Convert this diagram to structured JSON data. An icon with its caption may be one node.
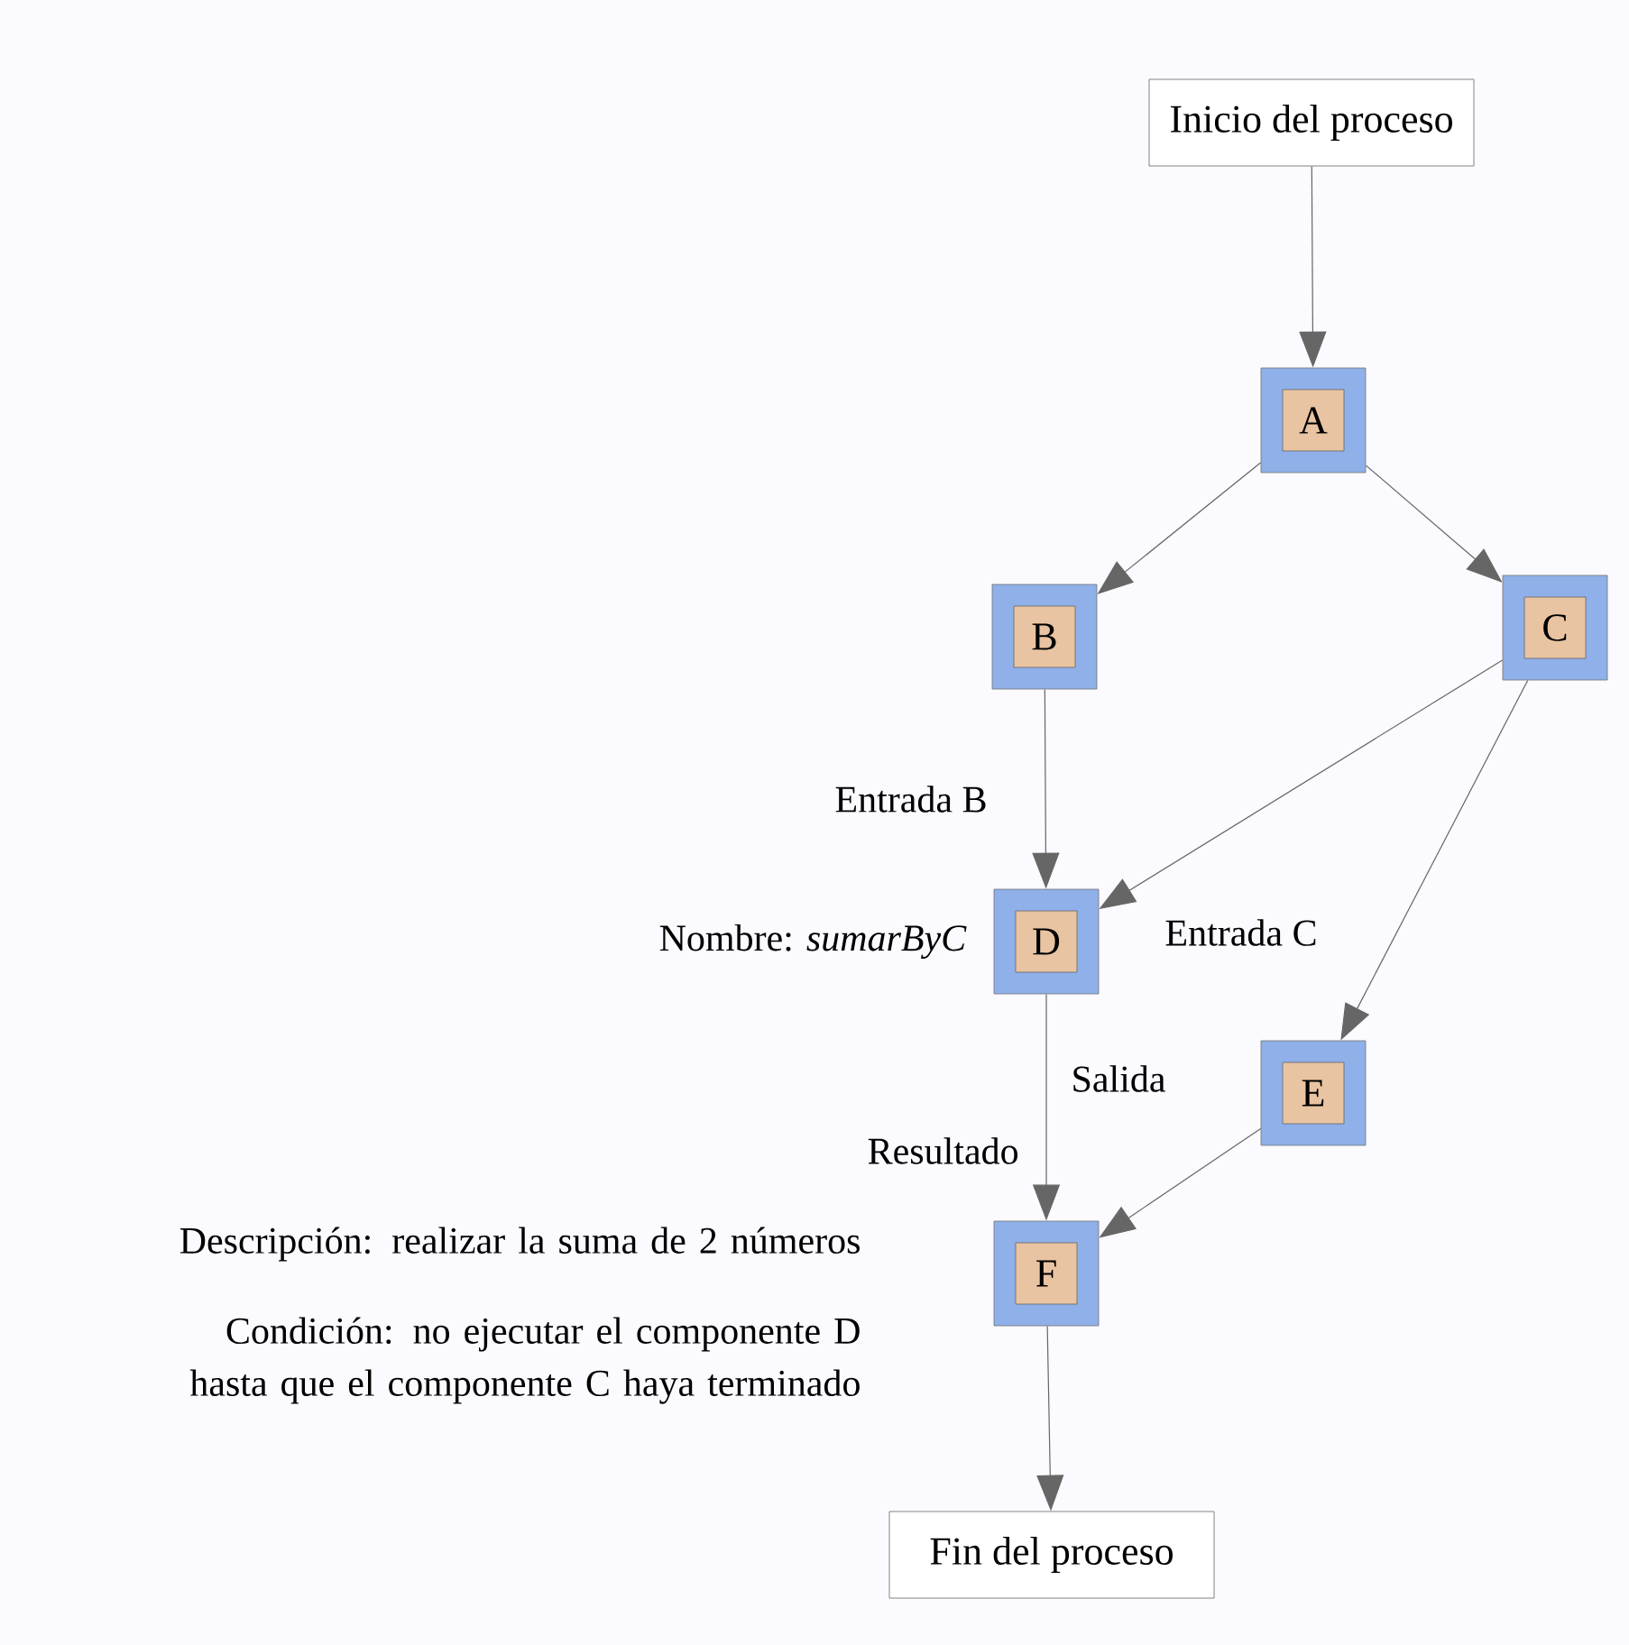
{
  "diagram": {
    "nodes": [
      {
        "text": [
          "Inicio del proceso"
        ]
      },
      {
        "text": [
          "A"
        ]
      },
      {
        "text": [
          "B"
        ]
      },
      {
        "text": [
          "C"
        ]
      },
      {
        "text": [
          "D"
        ],
        "beside": [
          "Nombre: *sumarByC*"
        ]
      },
      {
        "text": [
          "E"
        ]
      },
      {
        "text": [
          "F"
        ],
        "beside": [
          "Resultado"
        ]
      },
      {
        "text": [
          "Fin del proceso"
        ]
      }
    ],
    "edges": [
      {
        "from": 0,
        "to": 1,
        "arrow": "to"
      },
      {
        "from": 1,
        "to": 2,
        "arrow": "to"
      },
      {
        "from": 1,
        "to": 3,
        "arrow": "to"
      },
      {
        "from": 2,
        "to": 4,
        "arrow": "to",
        "label": "Entrada B"
      },
      {
        "from": 3,
        "to": 4,
        "arrow": "to",
        "label": "Entrada C"
      },
      {
        "from": 3,
        "to": 5,
        "arrow": "to"
      },
      {
        "from": 4,
        "to": 6,
        "arrow": "to",
        "label": "Salida"
      },
      {
        "from": 5,
        "to": 6,
        "arrow": "to"
      },
      {
        "from": 6,
        "to": 7,
        "arrow": "to"
      }
    ],
    "labels": [
      "Descripción: realizar la suma de 2 números",
      "Condición: no ejecutar el componente D hasta que el componente C haya terminado"
    ]
  }
}
